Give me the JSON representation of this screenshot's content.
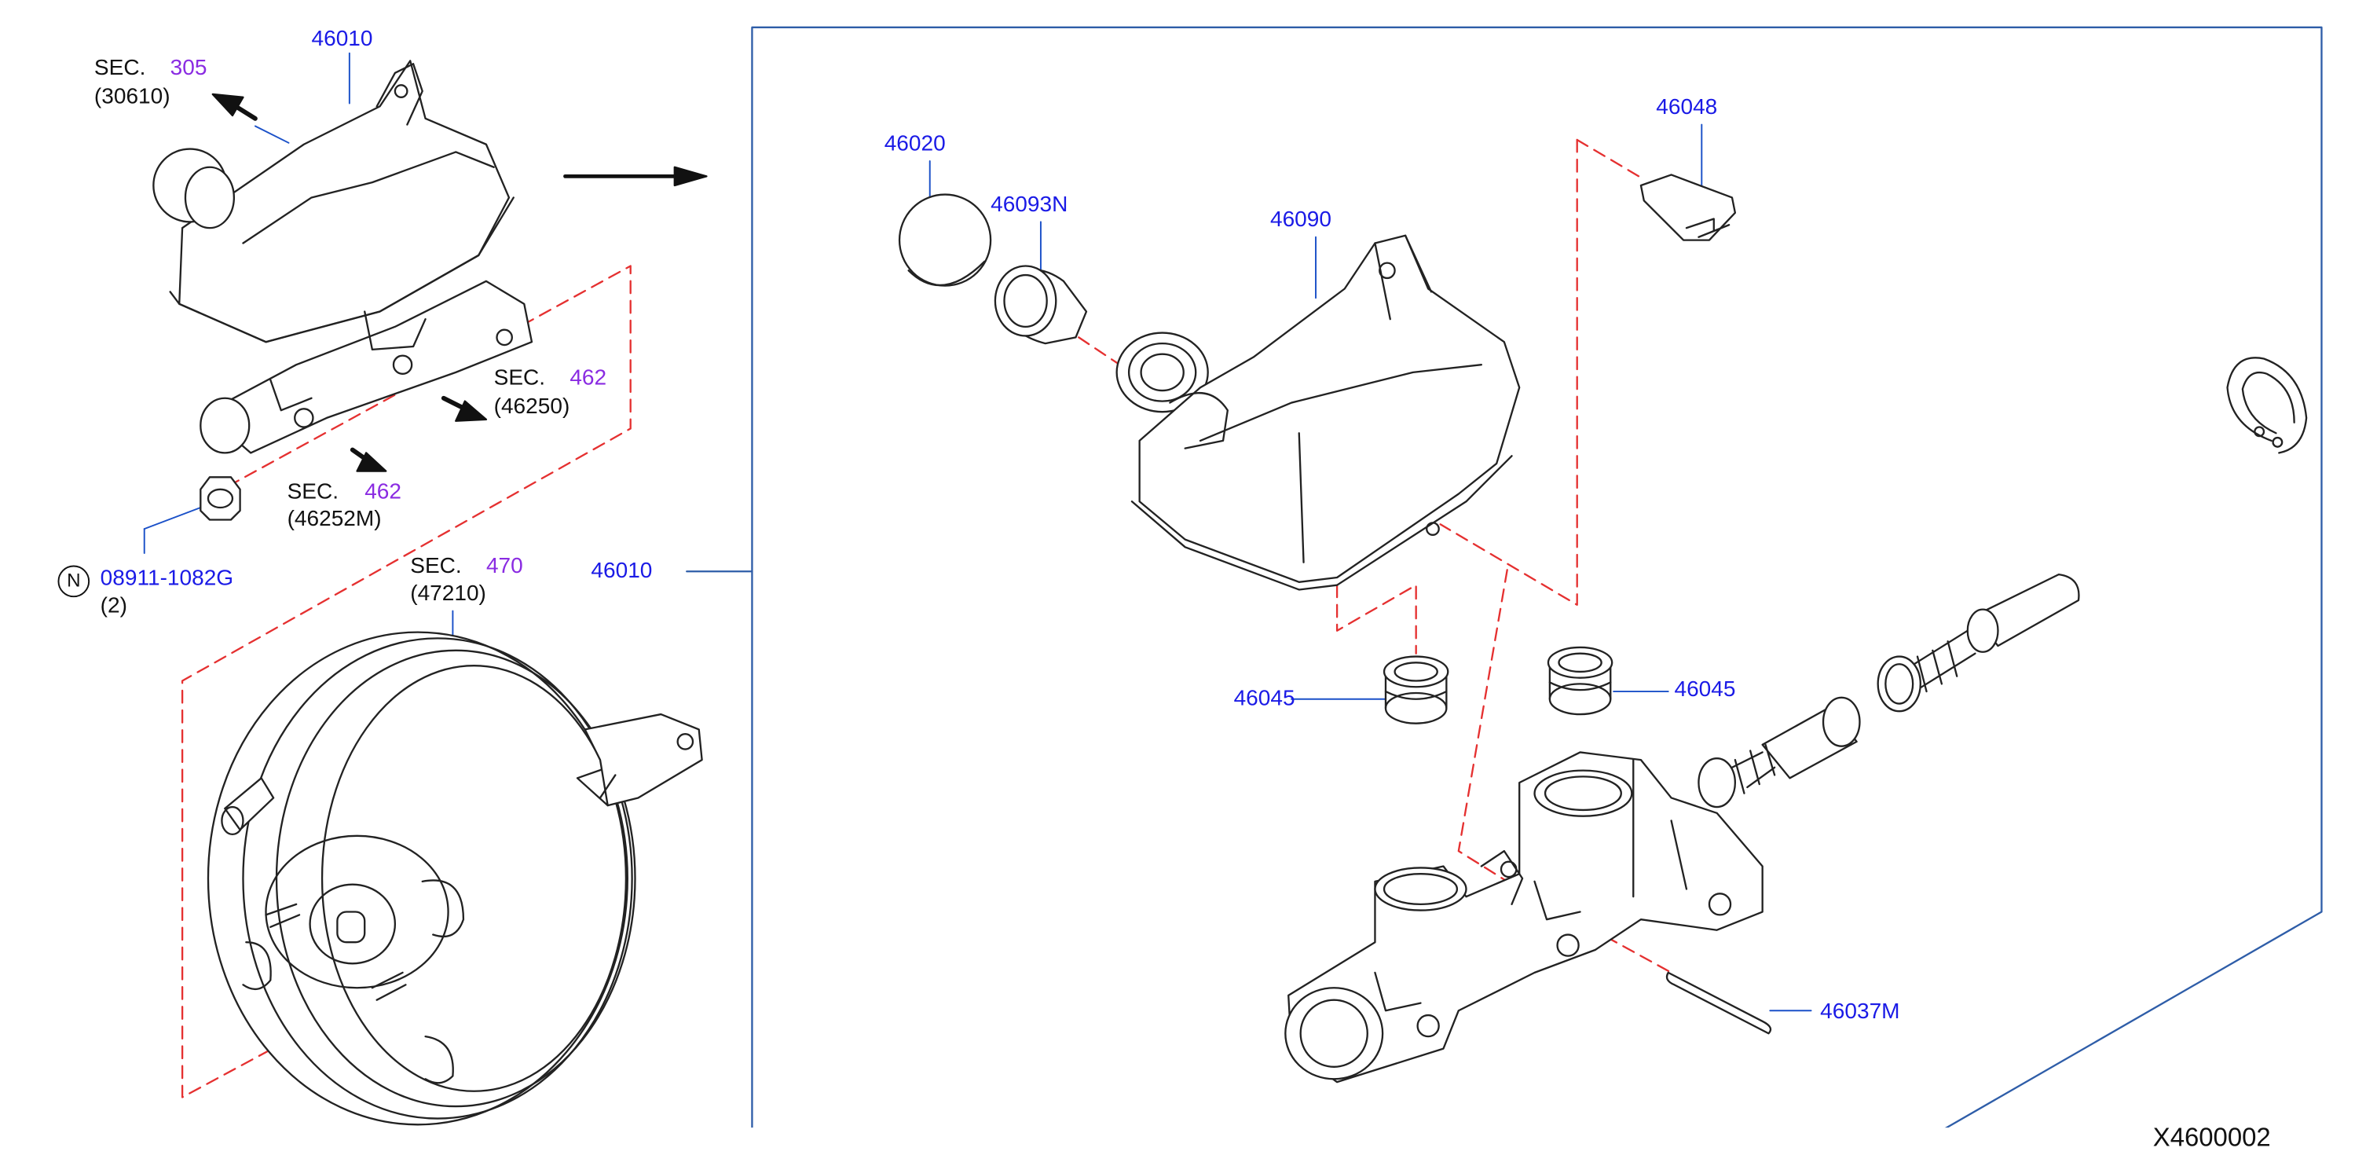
{
  "diagram_id": "X4600002",
  "colors": {
    "part_number": "#1a1ae6",
    "section_number": "#8a2be2",
    "text": "#111111",
    "phantom_line": "#e53030",
    "leader": "#1a50c8",
    "frame": "#2e5da8"
  },
  "callouts": {
    "reservoir_assembly_top": "46010",
    "reservoir_assembly_frame": "46010",
    "cap": "46020",
    "cap_strainer": "46093N",
    "reservoir_tank": "46090",
    "level_sensor": "46048",
    "grommet_left": "46045",
    "grommet_right": "46045",
    "pin": "46037M"
  },
  "sections": {
    "sec_305": {
      "prefix": "SEC.",
      "number": "305",
      "ref": "(30610)"
    },
    "sec_462_a": {
      "prefix": "SEC.",
      "number": "462",
      "ref": "(46250)"
    },
    "sec_462_b": {
      "prefix": "SEC.",
      "number": "462",
      "ref": "(46252M)"
    },
    "sec_470": {
      "prefix": "SEC.",
      "number": "470",
      "ref": "(47210)"
    }
  },
  "nut": {
    "symbol": "N",
    "part": "08911-1082G",
    "qty": "(2)"
  }
}
